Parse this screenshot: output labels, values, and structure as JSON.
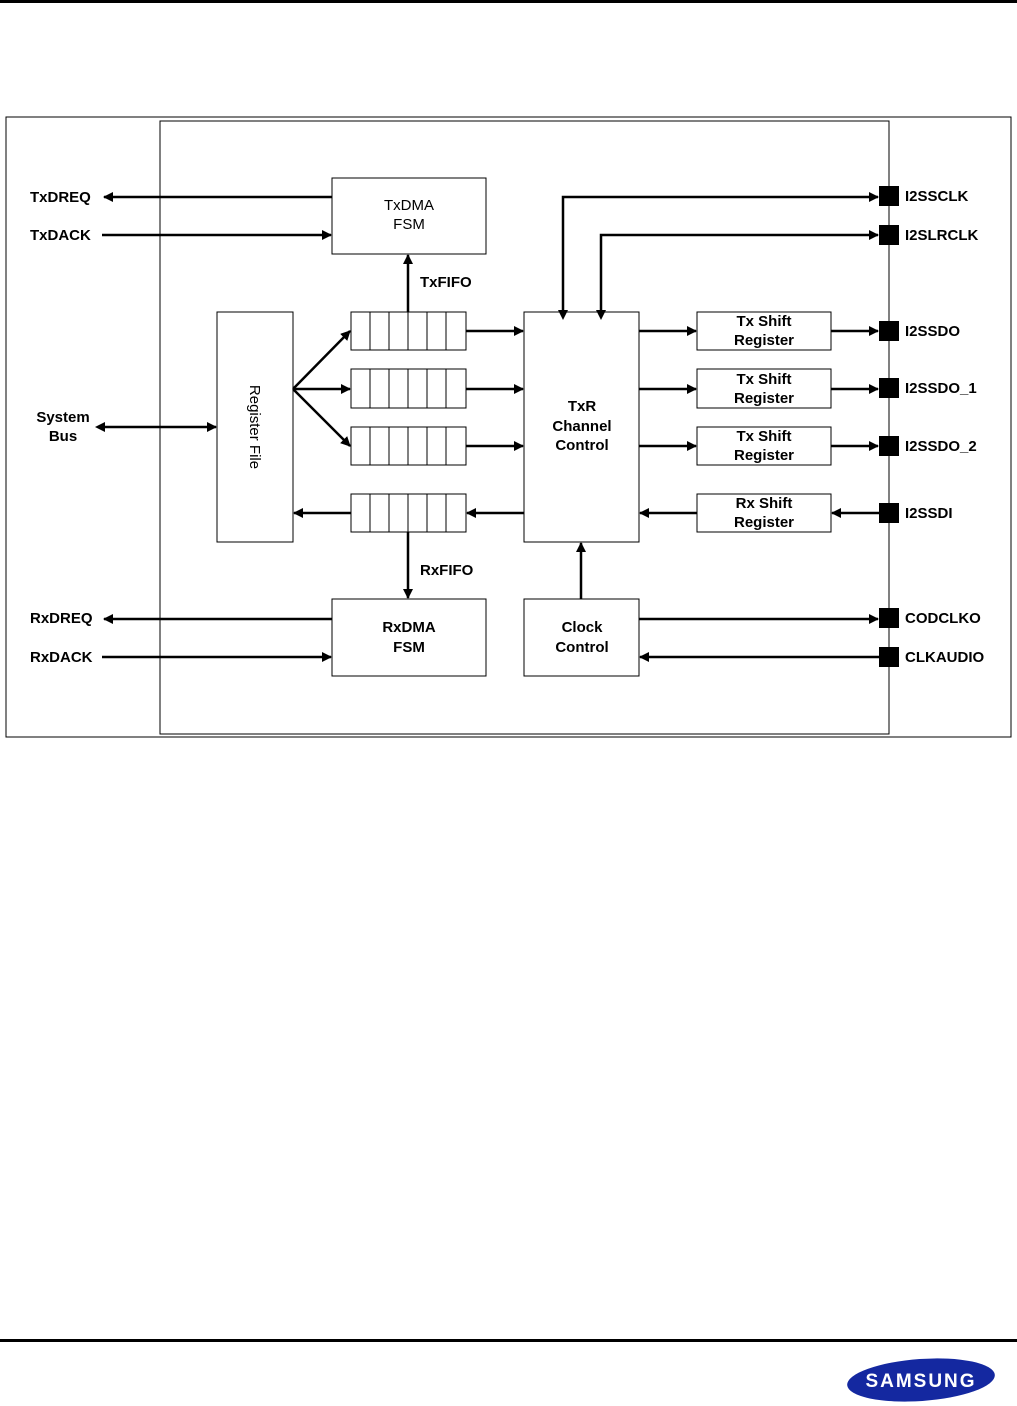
{
  "signals": {
    "txdreq": "TxDREQ",
    "txdack": "TxDACK",
    "system_bus_line1": "System",
    "system_bus_line2": "Bus",
    "rxdreq": "RxDREQ",
    "rxdack": "RxDACK"
  },
  "blocks": {
    "txdma_line1": "TxDMA",
    "txdma_line2": "FSM",
    "rxdma_line1": "RxDMA",
    "rxdma_line2": "FSM",
    "register_file": "Register File",
    "txr_line1": "TxR",
    "txr_line2": "Channel",
    "txr_line3": "Control",
    "clock_line1": "Clock",
    "clock_line2": "Control",
    "tx_shift_line1": "Tx Shift",
    "shift_line2": "Register",
    "rx_shift_line1": "Rx Shift",
    "txfifo": "TxFIFO",
    "rxfifo": "RxFIFO"
  },
  "pins": {
    "i2ssclk": "I2SSCLK",
    "i2slrclk": "I2SLRCLK",
    "i2ssdo": "I2SSDO",
    "i2ssdo_1": "I2SSDO_1",
    "i2ssdo_2": "I2SSDO_2",
    "i2ssdi": "I2SSDI",
    "codclko": "CODCLKO",
    "clkaudio": "CLKAUDIO"
  },
  "logo": {
    "text": "SAMSUNG",
    "color": "#1428a0"
  }
}
